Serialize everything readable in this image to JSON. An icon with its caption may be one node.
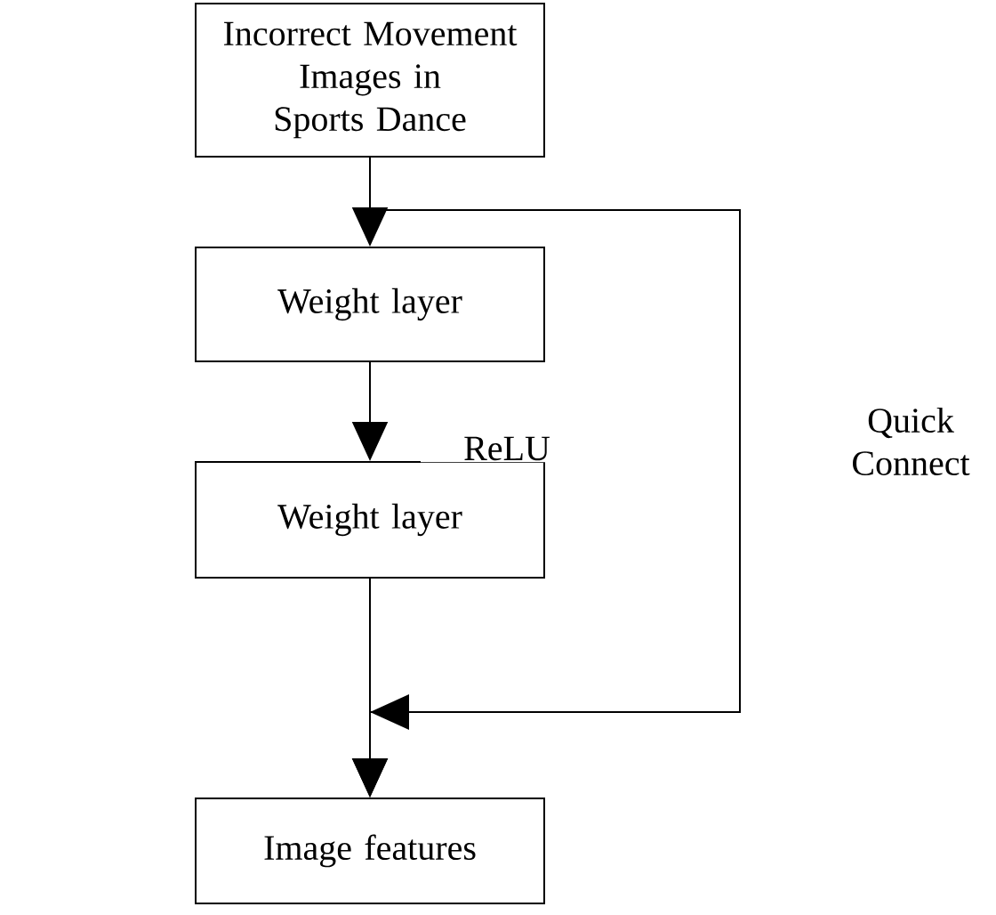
{
  "diagram": {
    "nodes": [
      {
        "text": [
          "Incorrect Movement Images in Sports Dance"
        ]
      },
      {
        "text": [
          "Weight layer"
        ]
      },
      {
        "text": [
          "Weight layer"
        ]
      },
      {
        "text": [
          "Image features"
        ]
      }
    ],
    "edges": [
      {
        "from": 0,
        "to": 1,
        "arrow": "to"
      },
      {
        "from": 1,
        "to": 2,
        "arrow": "to",
        "label": "ReLU"
      },
      {
        "from": 2,
        "to": 3,
        "arrow": "to"
      },
      {
        "from": 0,
        "to": 3,
        "arrow": "to",
        "label": "Quick Connect"
      }
    ]
  }
}
